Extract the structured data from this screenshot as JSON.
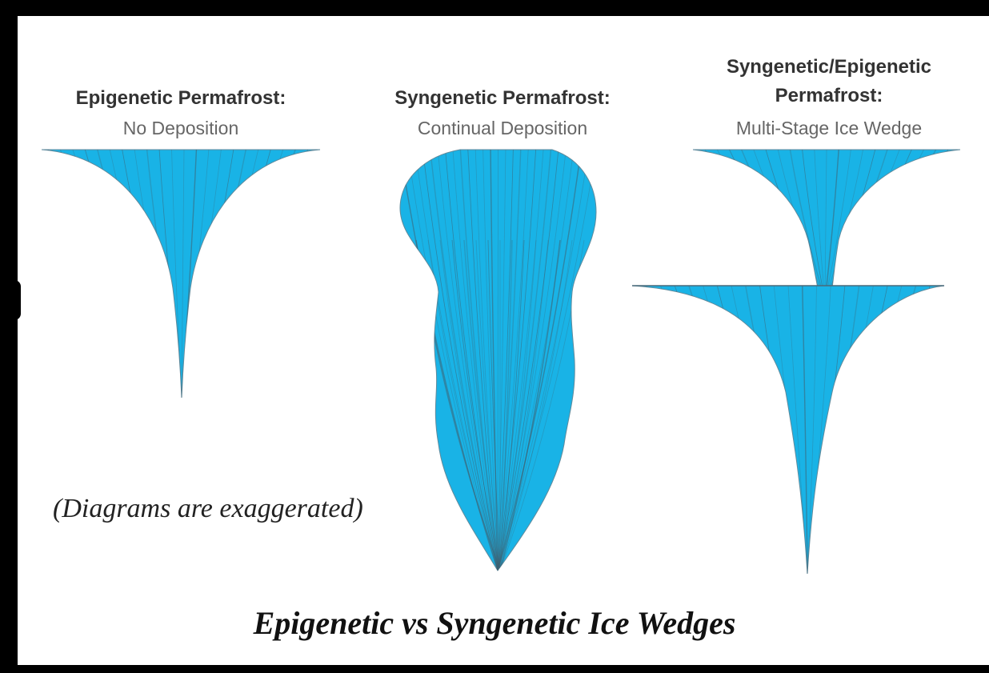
{
  "colors": {
    "ice": "#19b3e6",
    "streak": "#3f5f70",
    "background": "#ffffff",
    "frame": "#000000"
  },
  "wedges": [
    {
      "title": "Epigenetic Permafrost:",
      "subtitle": "No Deposition"
    },
    {
      "title": "Syngenetic Permafrost:",
      "subtitle": "Continual Deposition"
    },
    {
      "title_line1": "Syngenetic/Epigenetic",
      "title_line2": "Permafrost:",
      "subtitle": "Multi-Stage Ice Wedge"
    }
  ],
  "note": "(Diagrams are exaggerated)",
  "title": "Epigenetic vs Syngenetic Ice Wedges"
}
